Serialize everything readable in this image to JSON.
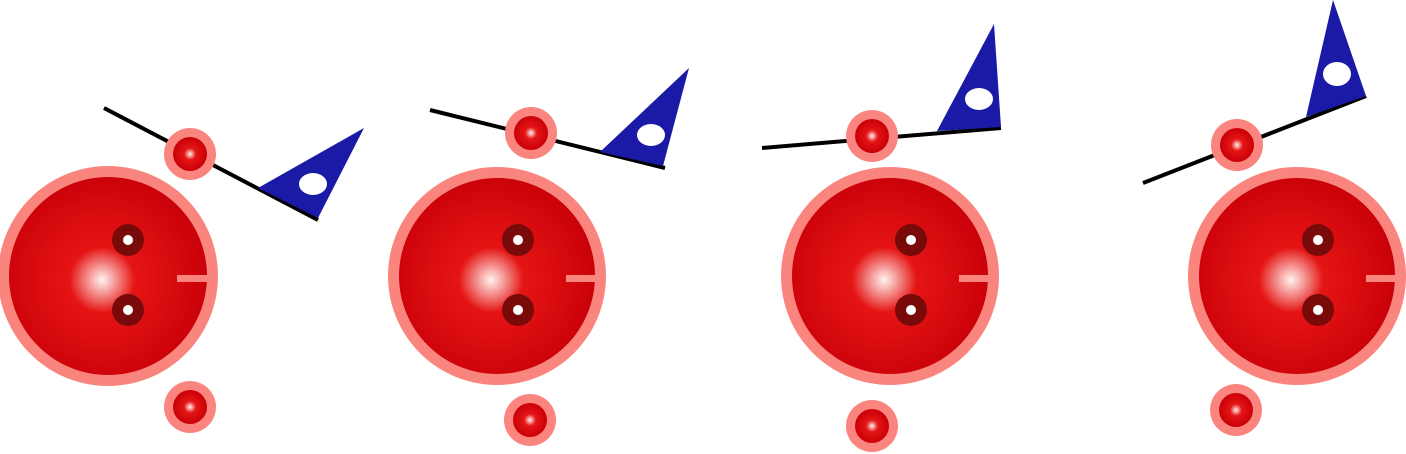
{
  "colors": {
    "background": "#ffffff",
    "ball_ring": "#f9857e",
    "ball_center": "#fff3ef",
    "ball_mid": "#e51515",
    "ball_edge": "#c90008",
    "finger_hole_ring": "#7a0a0a",
    "finger_hole_center": "#ffffff",
    "lever_line": "#000000",
    "flag_fill": "#1a1aa6",
    "flag_hole": "#ffffff"
  },
  "frames": [
    {
      "name": "frame-1",
      "lever_angle_deg": 27
    },
    {
      "name": "frame-2",
      "lever_angle_deg": 14
    },
    {
      "name": "frame-3",
      "lever_angle_deg": -4
    },
    {
      "name": "frame-4",
      "lever_angle_deg": -25
    }
  ]
}
